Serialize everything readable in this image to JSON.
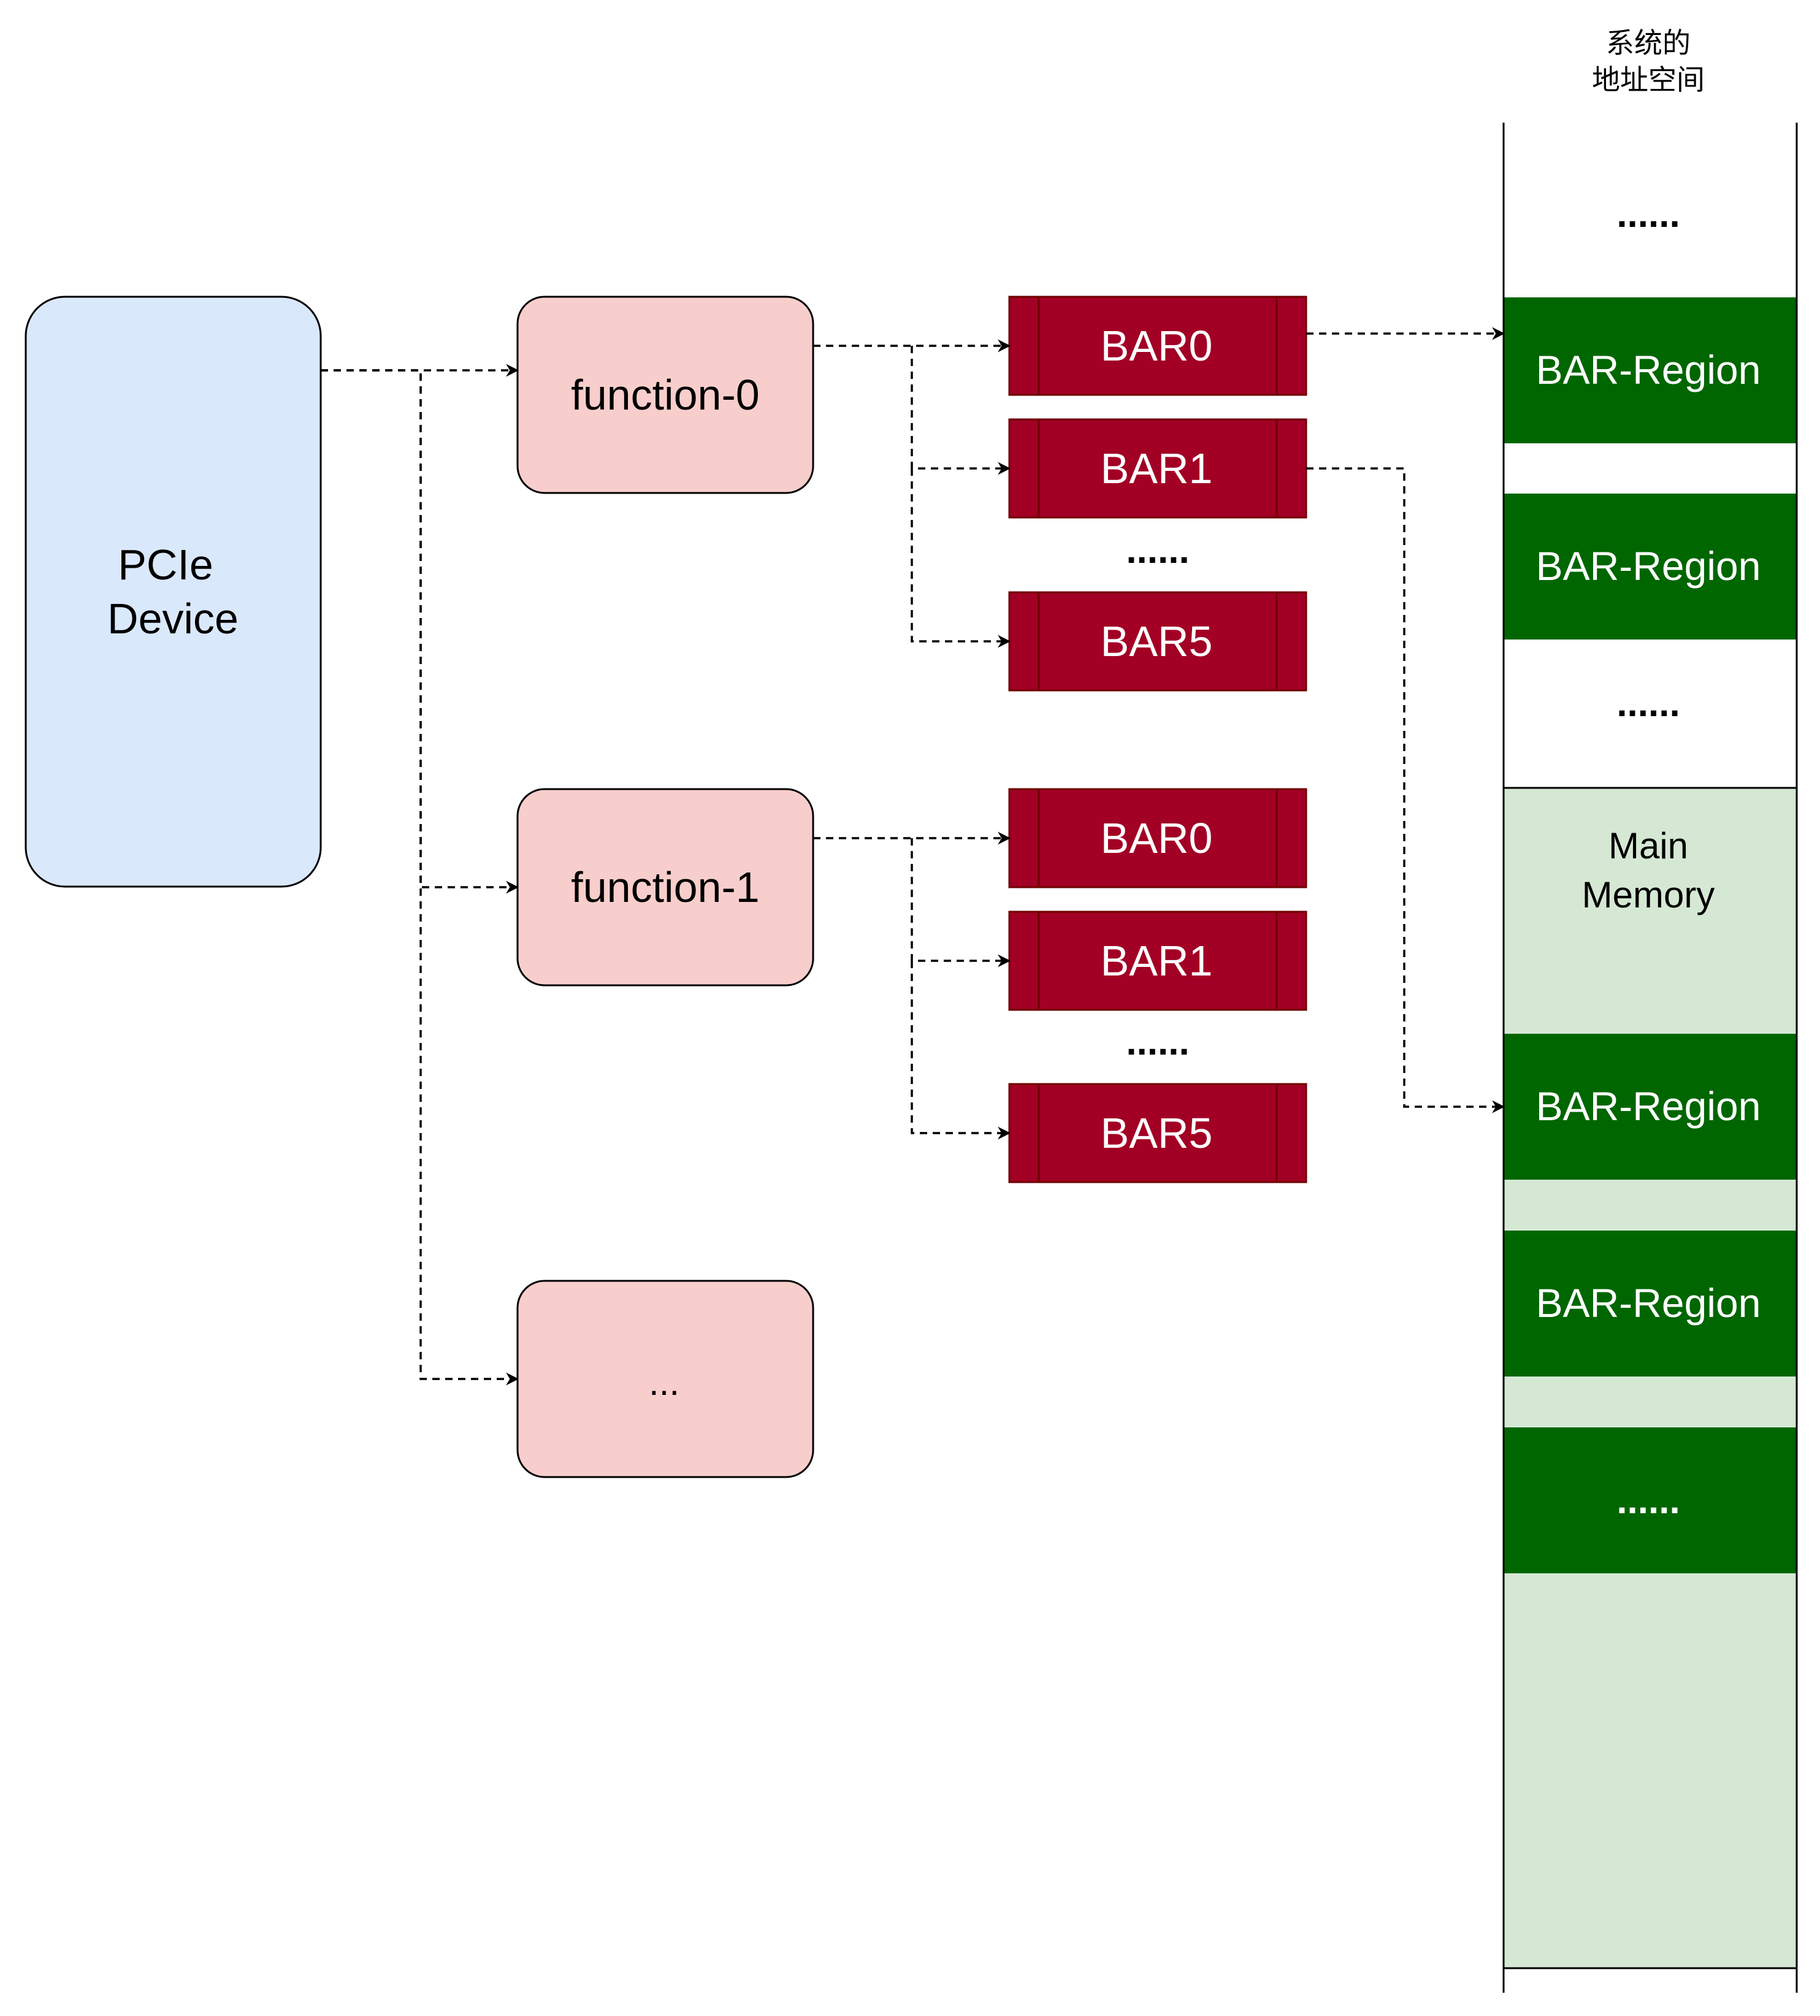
{
  "title_line1": "系统的",
  "title_line2": "地址空间",
  "pcie_device": {
    "line1": "PCIe",
    "line2": "Device"
  },
  "functions": [
    {
      "label": "function-0",
      "bars": [
        "BAR0",
        "BAR1",
        "BAR5"
      ],
      "ellipsis": "......"
    },
    {
      "label": "function-1",
      "bars": [
        "BAR0",
        "BAR1",
        "BAR5"
      ],
      "ellipsis": "......"
    },
    {
      "label": "..."
    }
  ],
  "address_space": {
    "top_ellipsis": "......",
    "regions": [
      "BAR-Region",
      "BAR-Region",
      "BAR-Region",
      "BAR-Region"
    ],
    "gap_ellipsis": "......",
    "main_memory": {
      "line1": "Main",
      "line2": "Memory"
    },
    "bottom_block": "......"
  },
  "colors": {
    "device_fill": "#dae8fc",
    "function_fill": "#f8cecc",
    "bar_fill": "#a20025",
    "region_fill": "#006600",
    "main_memory_fill": "#d5e8d4"
  }
}
